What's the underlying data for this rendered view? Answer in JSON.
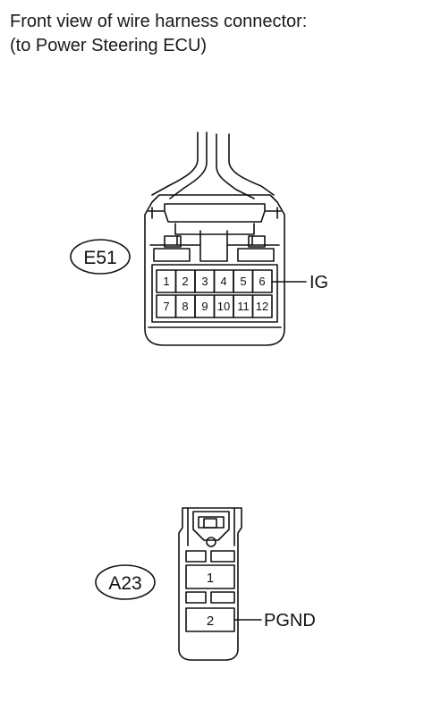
{
  "title": {
    "line1": "Front view of wire harness connector:",
    "line2": "(to Power Steering ECU)"
  },
  "connectors": [
    {
      "id": "E51",
      "pins": [
        {
          "number": "1"
        },
        {
          "number": "2"
        },
        {
          "number": "3"
        },
        {
          "number": "4"
        },
        {
          "number": "5"
        },
        {
          "number": "6"
        },
        {
          "number": "7"
        },
        {
          "number": "8"
        },
        {
          "number": "9"
        },
        {
          "number": "10"
        },
        {
          "number": "11"
        },
        {
          "number": "12"
        }
      ],
      "callouts": [
        {
          "pin": "6",
          "label": "IG"
        }
      ]
    },
    {
      "id": "A23",
      "pins": [
        {
          "number": "1"
        },
        {
          "number": "2"
        }
      ],
      "callouts": [
        {
          "pin": "2",
          "label": "PGND"
        }
      ]
    }
  ],
  "colors": {
    "line": "#111111",
    "background": "#ffffff"
  }
}
